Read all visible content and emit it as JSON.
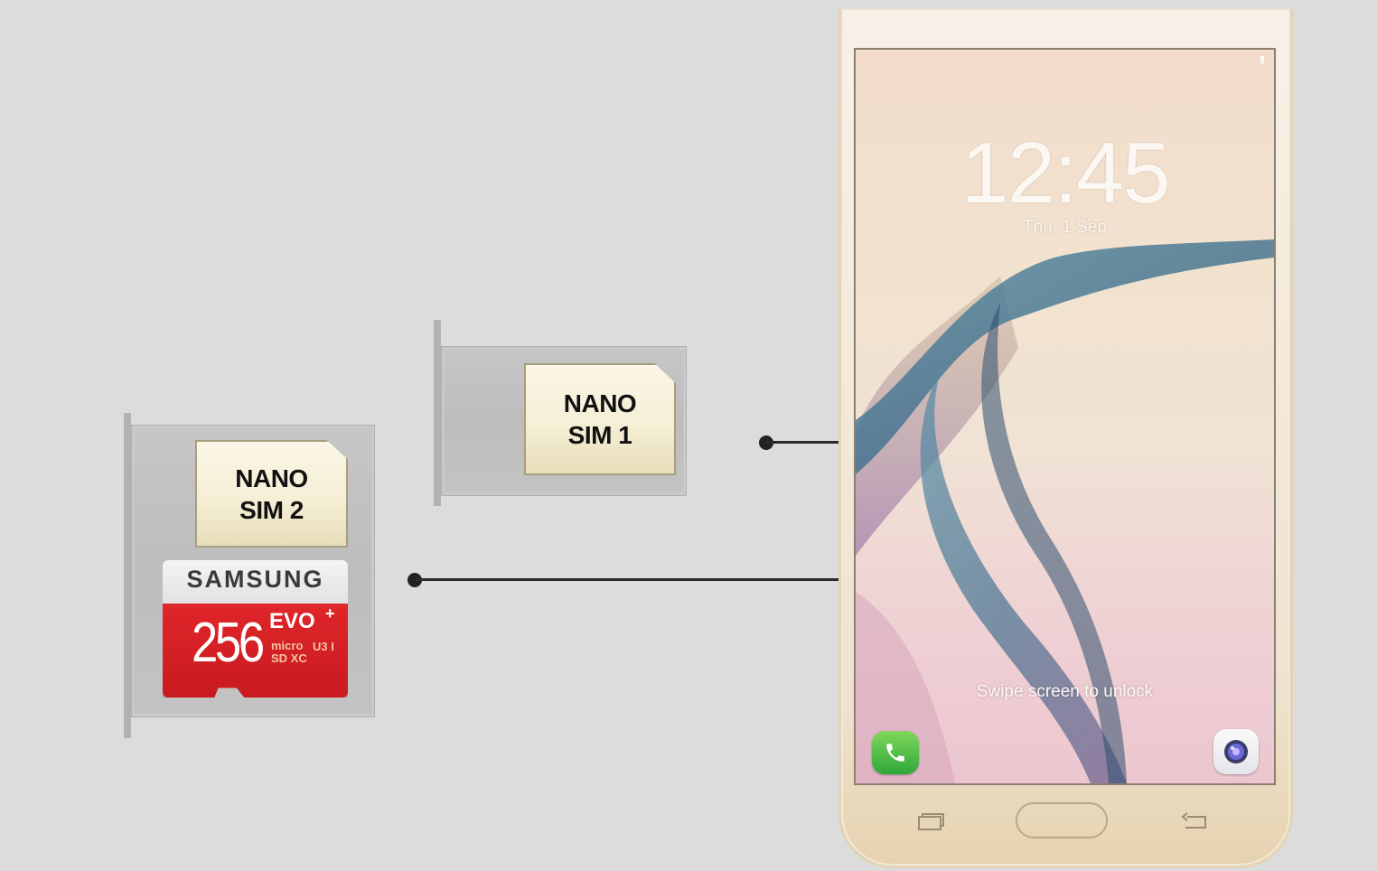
{
  "tray_dual": {
    "sim": {
      "line1": "NANO",
      "line2": "SIM 2"
    },
    "sd_card": {
      "brand": "SAMSUNG",
      "capacity": "256",
      "series": "EVO",
      "series_suffix": "+",
      "logo_line1": "micro",
      "logo_line2": "SD XC",
      "logo_class": "U3 I",
      "color": "#d72024"
    }
  },
  "tray_single": {
    "sim": {
      "line1": "NANO",
      "line2": "SIM 1"
    }
  },
  "phone": {
    "lockscreen": {
      "time": "12:45",
      "date": "Thu, 1 Sep",
      "hint": "Swipe screen to unlock"
    },
    "apps": [
      {
        "icon": "phone-app-icon",
        "color": "#3aaf3e"
      },
      {
        "icon": "camera-app-icon",
        "color": "#6a6ad8"
      }
    ],
    "body_color": "#efe3cf"
  },
  "colors": {
    "background": "#dcdcdc",
    "connector": "#2a2a2a",
    "sim_card": "#f5efd6"
  }
}
